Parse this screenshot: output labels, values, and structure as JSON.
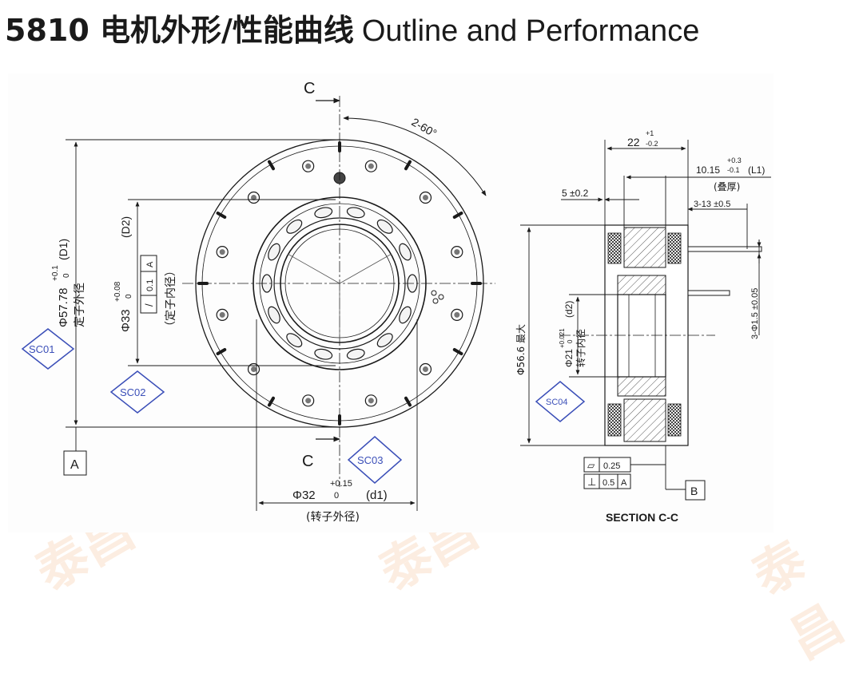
{
  "page": {
    "title_bold": "5810 电机外形/性能曲线",
    "title_light": "Outline and Performance",
    "watermark": "泰昌"
  },
  "front_view": {
    "section_mark_top": "C",
    "section_mark_bottom": "C",
    "angle": "2-60°",
    "d1_value": "Φ57.78",
    "d1_tol_upper": "+0.1",
    "d1_tol_lower": "0",
    "d1_tag": "(D1)",
    "d1_cn": "定子外径",
    "d2_value": "Φ33",
    "d2_tol_upper": "+0.08",
    "d2_tol_lower": "0",
    "d2_tag": "(D2)",
    "d2_cn": "（定子内径）",
    "runout_symbol": "/",
    "runout_value": "0.1",
    "runout_datum": "A",
    "datum_a": "A",
    "d32_value": "Φ32",
    "d32_tol_upper": "+0.15",
    "d32_tol_lower": "0",
    "d32_tag": "(d1)",
    "d32_cn": "(转子外径)",
    "badges": [
      "SC01",
      "SC02",
      "SC03"
    ]
  },
  "section_view": {
    "title": "SECTION C-C",
    "dim_22": "22",
    "dim_22_upper": "+1",
    "dim_22_lower": "-0.2",
    "dim_1015": "10.15",
    "dim_1015_upper": "+0.3",
    "dim_1015_lower": "-0.1",
    "dim_1015_tag": "(L1)",
    "dim_1015_cn": "(叠厚)",
    "dim_5": "5 ±0.2",
    "dim_313": "3-13 ±0.5",
    "d566": "Φ56.6 最大",
    "d21": "Φ21",
    "d21_upper": "+0.021",
    "d21_lower": "0",
    "d21_tag": "(d2)",
    "d21_cn": "转子内径",
    "pin": "3-Φ1.5 ±0.05",
    "flat_symbol": "▱",
    "flat_value": "0.25",
    "perp_symbol": "⊥",
    "perp_value": "0.5",
    "perp_datum": "A",
    "datum_b": "B",
    "badge": "SC04"
  },
  "colors": {
    "badge": "#3b4fb8",
    "line": "#1a1a1a",
    "hatch": "#555555",
    "watermark": "#f0a060"
  }
}
